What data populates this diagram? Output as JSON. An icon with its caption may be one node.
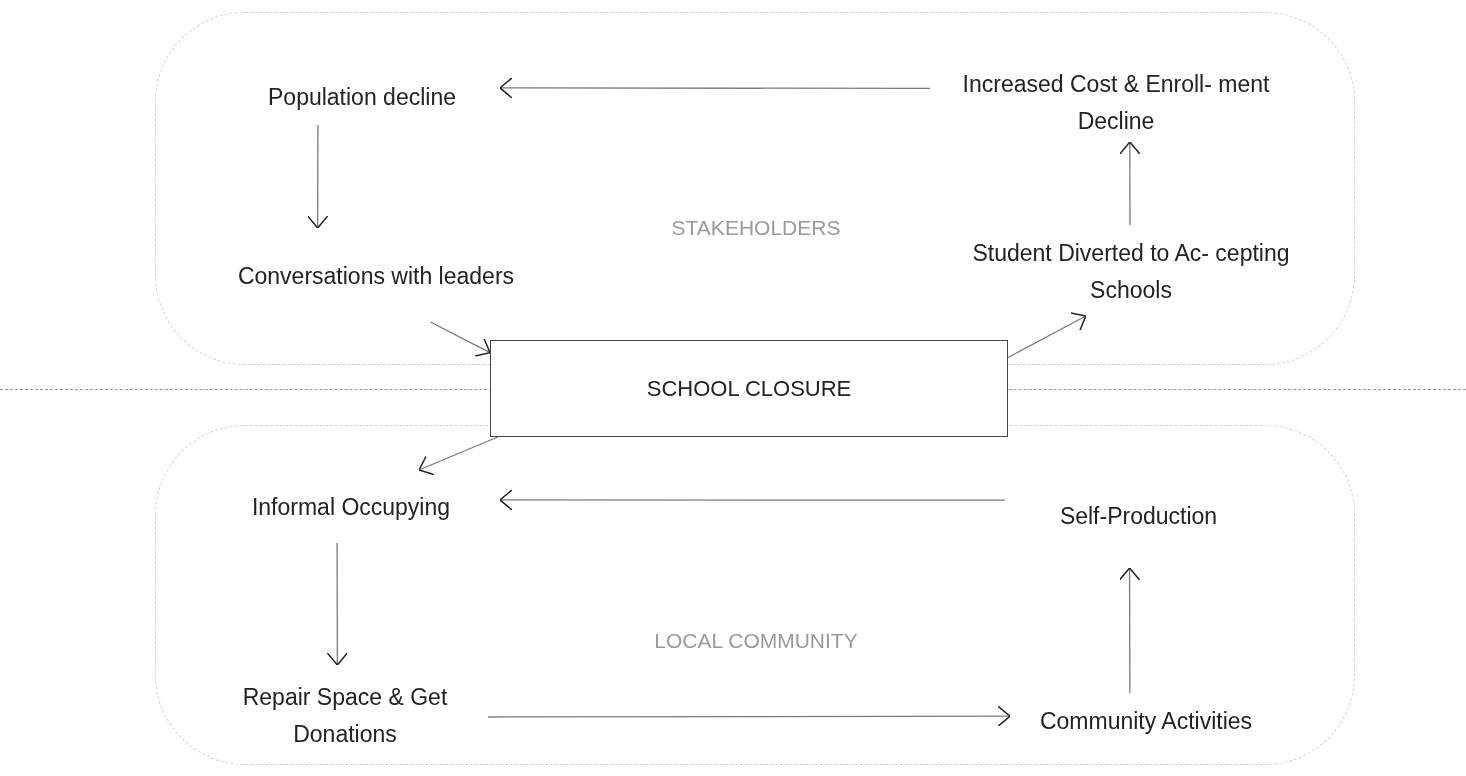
{
  "diagram": {
    "nodes": [
      {
        "text": [
          "STAKEHOLDERS"
        ]
      },
      {
        "text": [
          "Population decline"
        ],
        "in": 0
      },
      {
        "text": [
          "Increased Cost & Enroll- ment Decline"
        ],
        "in": 0
      },
      {
        "text": [
          "Conversations with leaders"
        ],
        "in": 0
      },
      {
        "text": [
          "Student Diverted to Ac- cepting Schools"
        ],
        "in": 0
      },
      {
        "text": [
          "SCHOOL CLOSURE"
        ]
      },
      {
        "text": [
          "LOCAL COMMUNITY"
        ]
      },
      {
        "text": [
          "Informal Occupying"
        ],
        "in": 6
      },
      {
        "text": [
          "Self-Production"
        ],
        "in": 6
      },
      {
        "text": [
          "Repair Space & Get Donations"
        ],
        "in": 6
      },
      {
        "text": [
          "Community Activities"
        ],
        "in": 6
      }
    ],
    "edges": [
      {
        "from": 2,
        "to": 1,
        "arrow": "to"
      },
      {
        "from": 1,
        "to": 3,
        "arrow": "to"
      },
      {
        "from": 3,
        "to": 5,
        "arrow": "to"
      },
      {
        "from": 5,
        "to": 4,
        "arrow": "to"
      },
      {
        "from": 4,
        "to": 2,
        "arrow": "to"
      },
      {
        "from": 5,
        "to": 7,
        "arrow": "to"
      },
      {
        "from": 7,
        "to": 9,
        "arrow": "to"
      },
      {
        "from": 9,
        "to": 10,
        "arrow": "to"
      },
      {
        "from": 10,
        "to": 8,
        "arrow": "to"
      },
      {
        "from": 8,
        "to": 7,
        "arrow": "to"
      }
    ]
  }
}
